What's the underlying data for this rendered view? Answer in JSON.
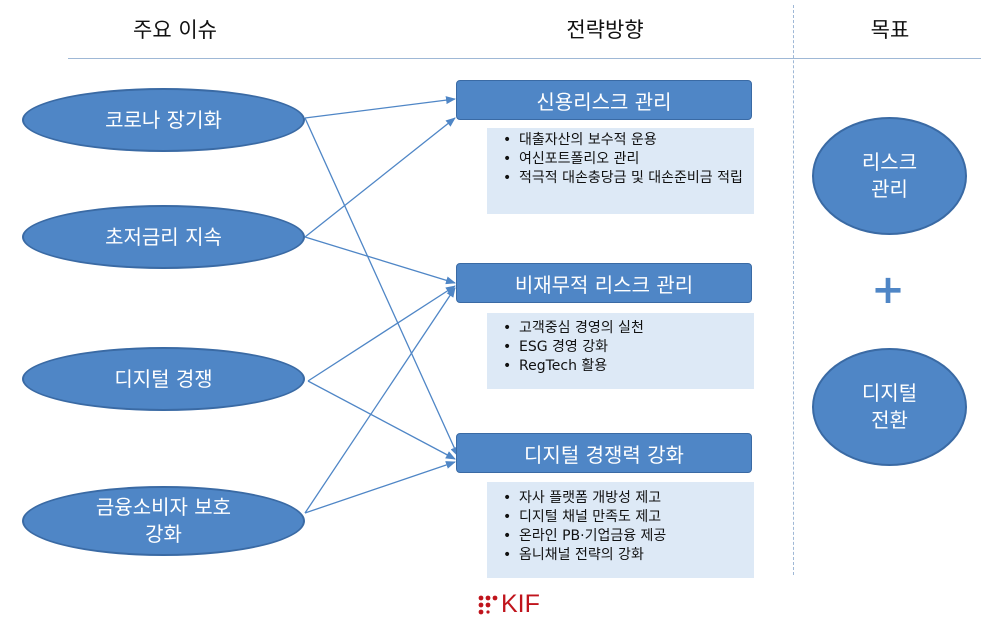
{
  "headers": {
    "issues": "주요 이슈",
    "strategy": "전략방향",
    "goals": "목표"
  },
  "issues": [
    {
      "label": "코로나 장기화"
    },
    {
      "label": "초저금리 지속"
    },
    {
      "label": "디지털 경쟁"
    },
    {
      "label": "금융소비자 보호\n강화"
    }
  ],
  "strategies": [
    {
      "title": "신용리스크 관리",
      "items": [
        "대출자산의 보수적 운용",
        "여신포트폴리오 관리",
        "적극적 대손충당금 및 대손준비금 적립"
      ]
    },
    {
      "title": "비재무적 리스크 관리",
      "items": [
        "고객중심 경영의 실천",
        "ESG 경영 강화",
        "RegTech 활용"
      ]
    },
    {
      "title": "디지털 경쟁력 강화",
      "items": [
        "자사 플랫폼 개방성 제고",
        "디지털 채널 만족도 제고",
        "온라인 PB·기업금융 제공",
        "옴니채널 전략의 강화"
      ]
    }
  ],
  "goals": [
    {
      "label": "리스크\n관리"
    },
    {
      "label": "디지털\n전환"
    }
  ],
  "plus_sign": "+",
  "logo_text": "KIF",
  "colors": {
    "shape_fill": "#4f86c6",
    "shape_border": "#3a6aa4",
    "detail_fill": "#dde9f6",
    "arrow": "#4f86c6",
    "divider": "#9fb8d6",
    "logo": "#c0141c"
  }
}
